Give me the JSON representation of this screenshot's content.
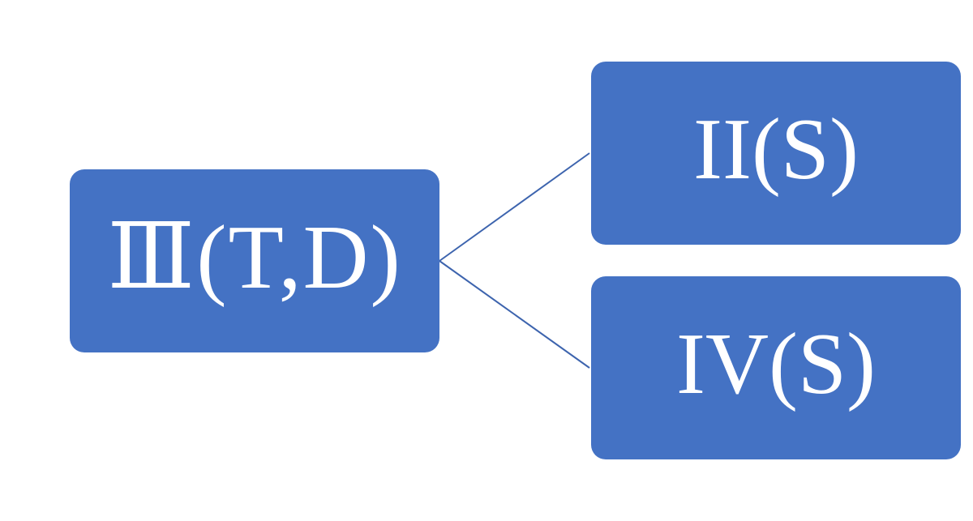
{
  "diagram": {
    "colors": {
      "node_fill": "#4472c4",
      "connector": "#3d64ae",
      "label_text": "#ffffff"
    },
    "root": {
      "label": "Ⅲ(T,D)"
    },
    "children": [
      {
        "label": "II(S)"
      },
      {
        "label": "IV(S)"
      }
    ]
  }
}
